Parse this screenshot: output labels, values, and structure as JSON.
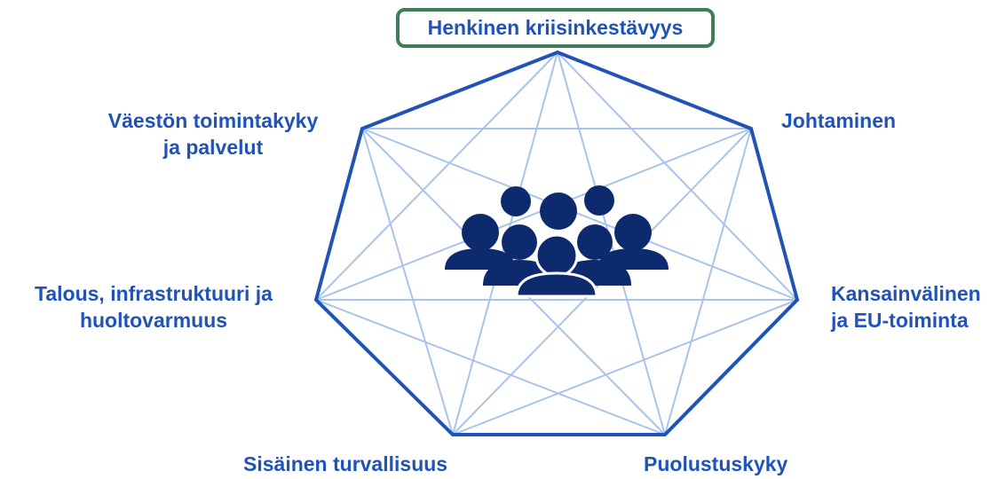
{
  "diagram": {
    "highlighted_label": "Henkinen kriisinkestävyys",
    "labels": {
      "top_right": "Johtaminen",
      "right": [
        "Kansainvälinen",
        "ja EU-toiminta"
      ],
      "bottom_right": "Puolustuskyky",
      "bottom_left": "Sisäinen turvallisuus",
      "left": [
        "Talous, infrastruktuuri ja",
        "huoltovarmuus"
      ],
      "top_left": [
        "Väestön toimintakyky",
        "ja palvelut"
      ]
    },
    "center_icon": "people-group-icon",
    "colors": {
      "text": "#1f53b8",
      "outline": "#1f53b8",
      "connectors": "#a9c4ea",
      "icon": "#0d2a6e",
      "highlight_border": "#3d7d57"
    }
  }
}
